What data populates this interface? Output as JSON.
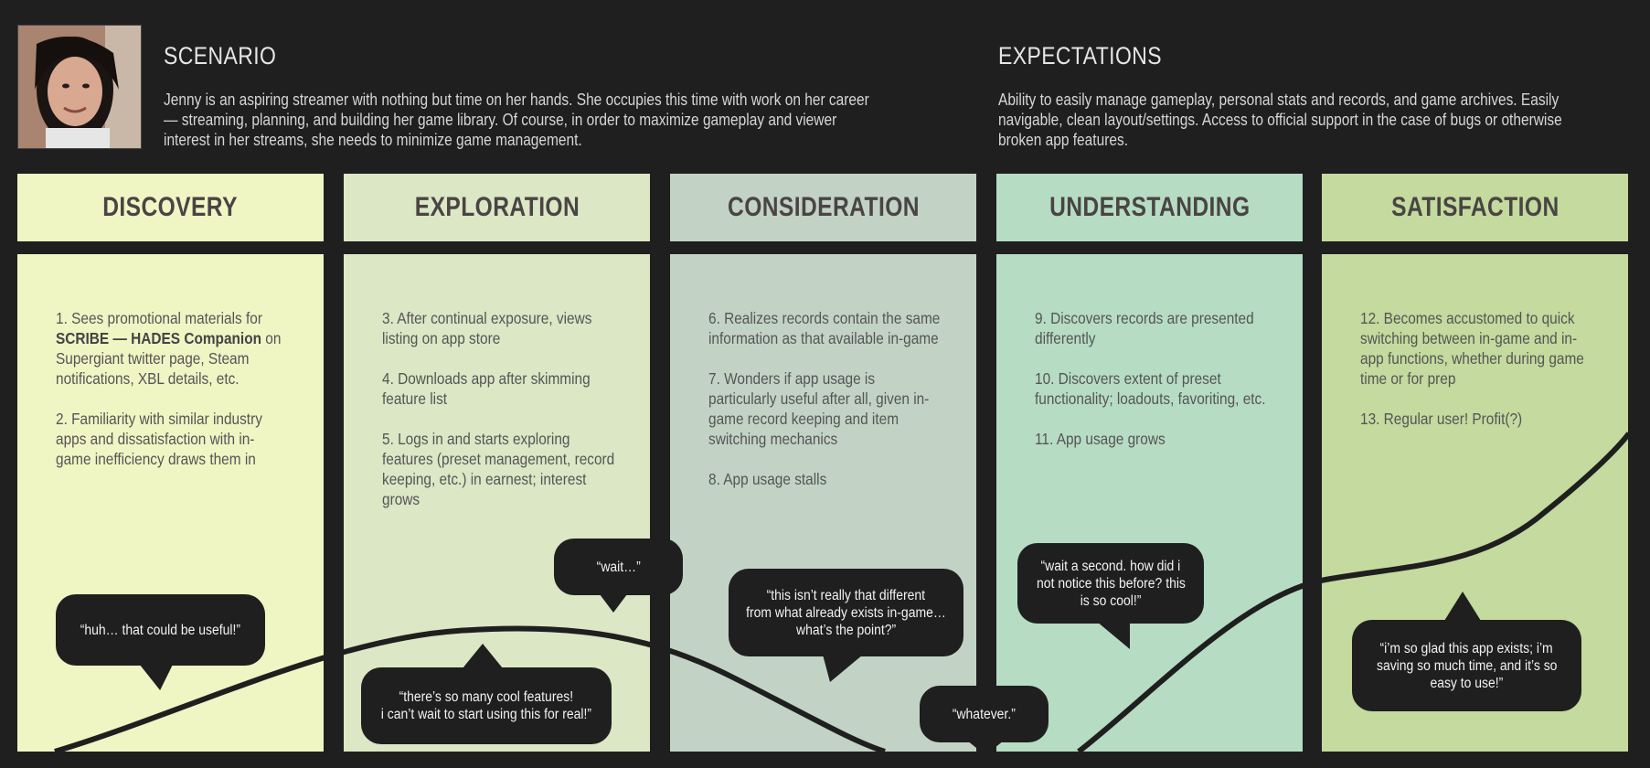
{
  "scenario": {
    "title": "SCENARIO",
    "text": "Jenny is an aspiring streamer with nothing but time on her hands. She occupies this time with work on her career — streaming, planning, and building her game library. Of course, in order to maximize gameplay and viewer interest in her streams, she needs to minimize game management."
  },
  "expectations": {
    "title": "EXPECTATIONS",
    "text": "Ability to easily manage gameplay, personal stats and records, and game archives. Easily navigable, clean layout/settings. Access to official support in the case of bugs or otherwise broken app features."
  },
  "stages": [
    {
      "name": "DISCOVERY",
      "color": "#f0f5c4",
      "items": [
        {
          "pre": "1. Sees promotional materials for ",
          "bold": "SCRIBE — HADES Companion",
          "post": " on Supergiant twitter page, Steam notifications, XBL details, etc."
        },
        {
          "pre": "2. Familiarity with similar industry apps and dissatisfaction with in-game inefficiency draws them in",
          "bold": "",
          "post": ""
        }
      ]
    },
    {
      "name": "EXPLORATION",
      "color": "#dbe7c5",
      "items": [
        {
          "pre": "3. After continual exposure, views listing on app store",
          "bold": "",
          "post": ""
        },
        {
          "pre": "4. Downloads app after skimming feature list",
          "bold": "",
          "post": ""
        },
        {
          "pre": "5. Logs in and starts exploring features (preset management, record keeping, etc.) in earnest; interest grows",
          "bold": "",
          "post": ""
        }
      ]
    },
    {
      "name": "CONSIDERATION",
      "color": "#c2d3c6",
      "items": [
        {
          "pre": "6. Realizes records contain the same information as that available in-game",
          "bold": "",
          "post": ""
        },
        {
          "pre": "7. Wonders if app usage is particularly useful after all, given in-game record keeping and item switching mechanics",
          "bold": "",
          "post": ""
        },
        {
          "pre": "8. App usage stalls",
          "bold": "",
          "post": ""
        }
      ]
    },
    {
      "name": "UNDERSTANDING",
      "color": "#b6dcc4",
      "items": [
        {
          "pre": "9. Discovers records are presented differently",
          "bold": "",
          "post": ""
        },
        {
          "pre": "10. Discovers extent of preset functionality; loadouts, favoriting, etc.",
          "bold": "",
          "post": ""
        },
        {
          "pre": "11. App usage grows",
          "bold": "",
          "post": ""
        }
      ]
    },
    {
      "name": "SATISFACTION",
      "color": "#c4da9e",
      "items": [
        {
          "pre": "12. Becomes accustomed to quick switching between in-game and in-app functions, whether during game time or for prep",
          "bold": "",
          "post": ""
        },
        {
          "pre": "13. Regular user! Profit(?)",
          "bold": "",
          "post": ""
        }
      ]
    }
  ],
  "quotes": {
    "q1": "“huh… that could be useful!”",
    "q2a": "“there’s so many cool features!",
    "q2b": "i can’t wait to start using this for real!”",
    "q3": "“wait…”",
    "q4a": "“this isn’t really that different",
    "q4b": "from what already exists in-game…",
    "q4c": "what’s the point?”",
    "q5": "“whatever.”",
    "q6a": "“wait a second. how did i",
    "q6b": "not notice this before? this",
    "q6c": "is so cool!”",
    "q7a": "“i’m so glad this app exists; i’m",
    "q7b": "saving so much time, and it’s so",
    "q7c": "easy to use!”"
  },
  "colors": {
    "background": "#1f1f1f",
    "curve": "#1f1f1f",
    "bubble": "#1f1f1f"
  }
}
